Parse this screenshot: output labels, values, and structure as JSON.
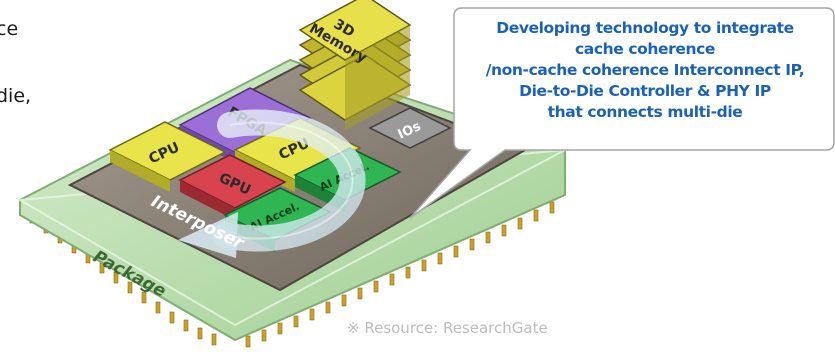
{
  "cutoff_text": {
    "line1": "ce",
    "line2": "die,"
  },
  "chips": {
    "memory_top": "3D",
    "memory_bottom": "Memory",
    "fpga": "FPGA",
    "cpu_left": "CPU",
    "cpu_right": "CPU",
    "gpu": "GPU",
    "accel_top": "AI Accel.",
    "accel_bottom": "AI Accel.",
    "ios": "IOs"
  },
  "layers": {
    "interposer": "Interposer",
    "package": "Package"
  },
  "callout": {
    "lines": [
      "Developing technology to integrate",
      "cache coherence",
      "/non-cache coherence Interconnect IP,",
      "Die-to-Die Controller & PHY IP",
      "that connects multi-die"
    ]
  },
  "source": "※ Resource: ResearchGate",
  "colors": {
    "callout_text": "#1a62b8",
    "cpu": "#e8e44a",
    "fpga": "#9b6fd6",
    "gpu": "#d8444e",
    "accel": "#2fb653",
    "memory": "#e8e04a",
    "interposer": "#8c8276",
    "package": "#b9dcae"
  }
}
